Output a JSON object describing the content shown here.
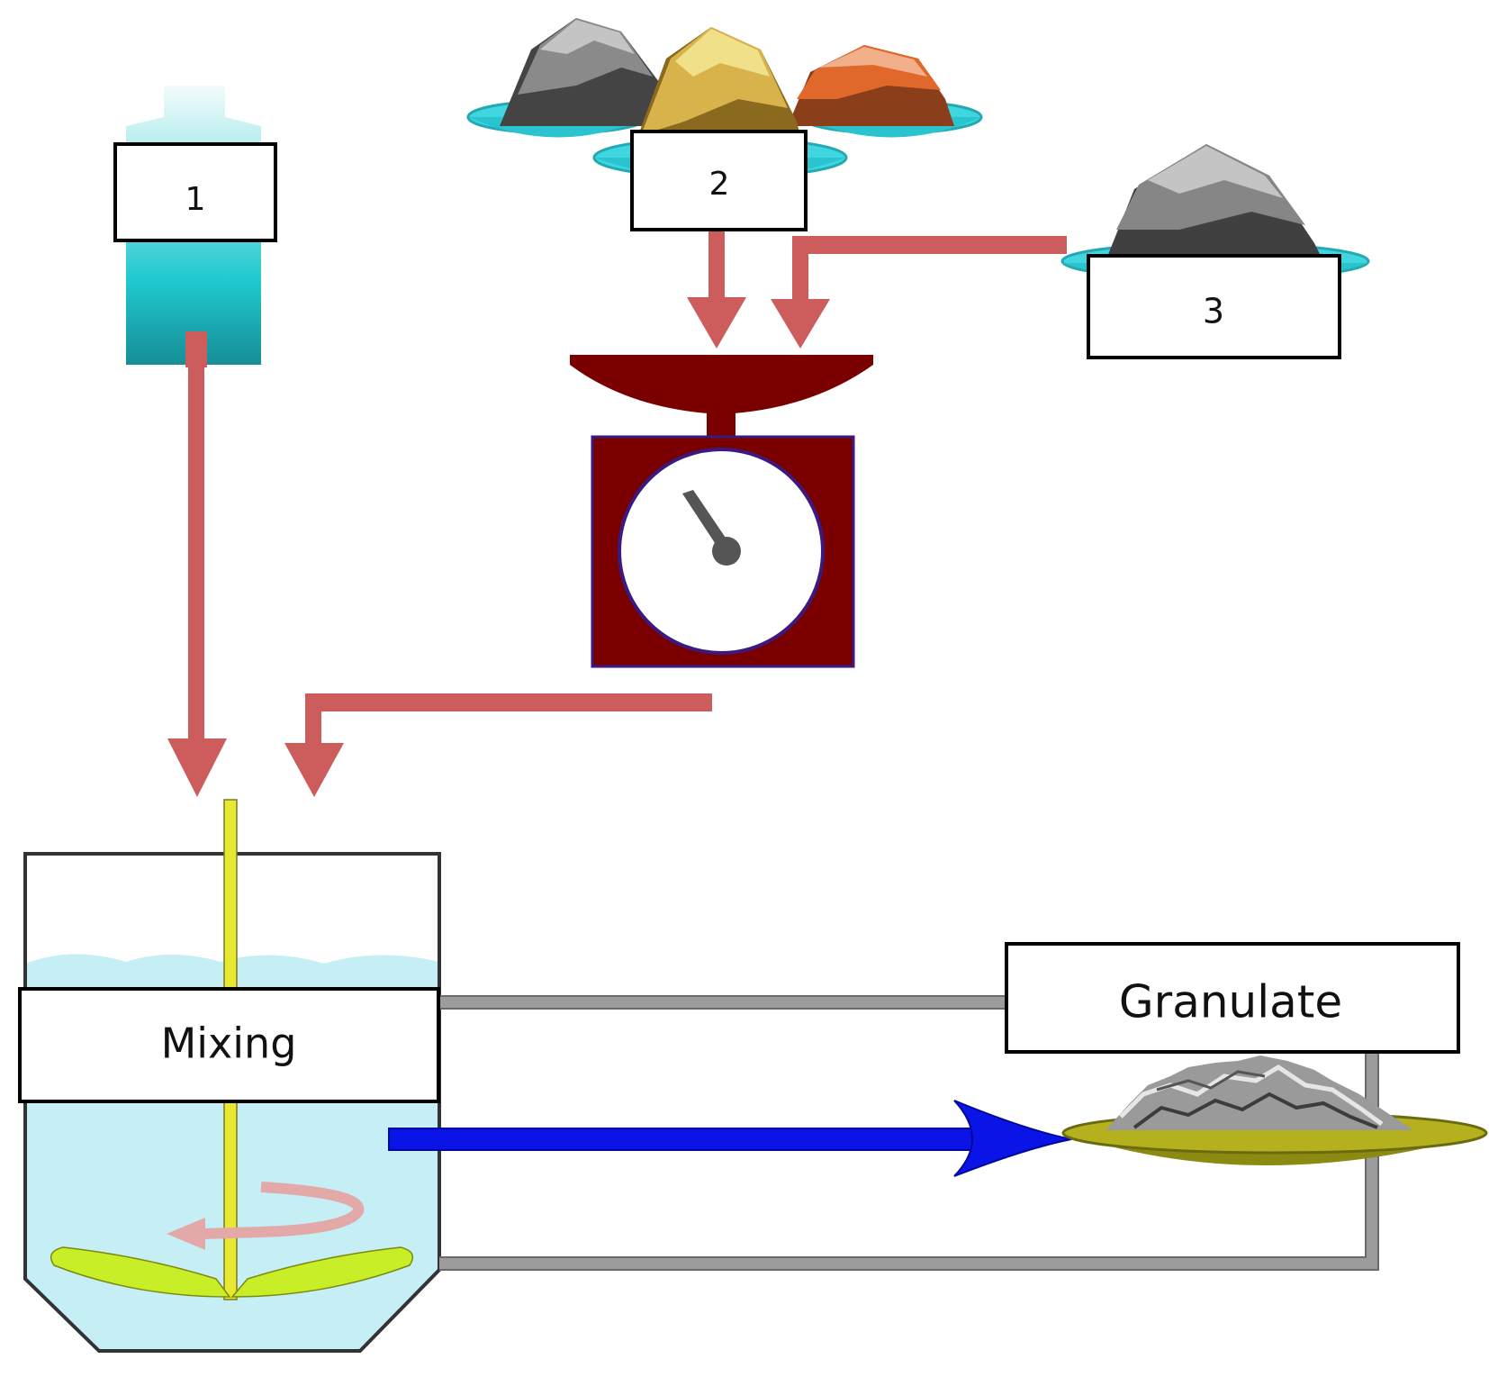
{
  "labels": {
    "input1": "1",
    "input2": "2",
    "input3": "3",
    "mixing": "Mixing",
    "granulate": "Granulate"
  },
  "colors": {
    "feed_arrow": "#cd5c5c",
    "output_arrow": "#0a14e6",
    "scale_body": "#7a0000",
    "bottle": "#1fc8cf",
    "tank_liquid": "#c6eef5",
    "shaft": "#e8e832",
    "impeller": "#c8ee28",
    "pipe": "#9c9c9c",
    "tray": "#b4b01e"
  },
  "icons": {
    "bottle": "liquid-bottle-icon",
    "powder_group": "powder-trays-icon",
    "powder_single": "powder-tray-icon",
    "scale": "weighing-scale-icon",
    "mixer": "mixing-tank-icon",
    "granulate": "granulate-tray-icon"
  }
}
